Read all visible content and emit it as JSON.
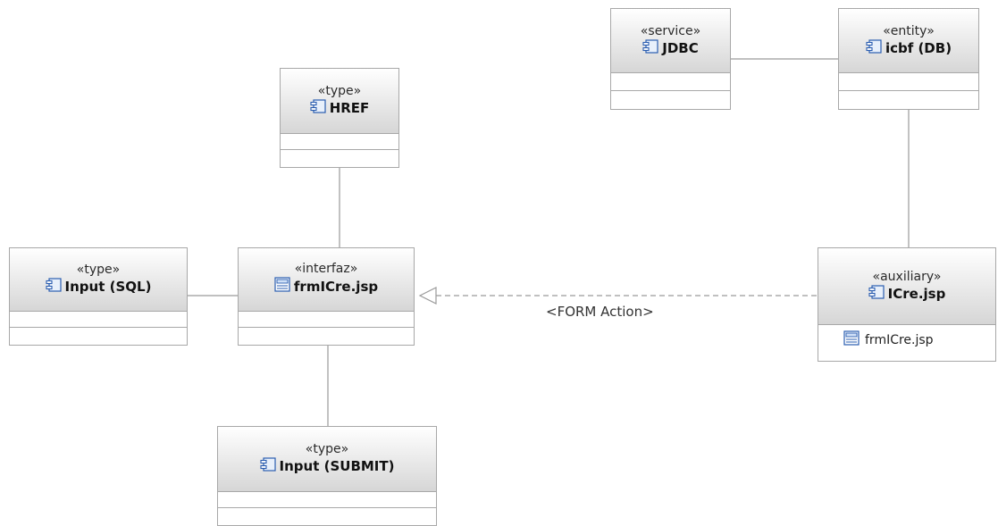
{
  "nodes": {
    "jdbc": {
      "stereotype": "«service»",
      "name": "JDBC"
    },
    "icbf": {
      "stereotype": "«entity»",
      "name": "icbf (DB)"
    },
    "href": {
      "stereotype": "«type»",
      "name": "HREF"
    },
    "input_sql": {
      "stereotype": "«type»",
      "name": "Input (SQL)"
    },
    "frmicre": {
      "stereotype": "«interfaz»",
      "name": "frmICre.jsp"
    },
    "icre": {
      "stereotype": "«auxiliary»",
      "name": "ICre.jsp",
      "item": "frmICre.jsp"
    },
    "input_submit": {
      "stereotype": "«type»",
      "name": "Input (SUBMIT)"
    }
  },
  "connections": {
    "form_action_label": "<FORM Action>"
  },
  "icons": {
    "component": "component-icon",
    "form": "form-page-icon"
  },
  "colors": {
    "border": "#a8a8a8",
    "header_gradient_top": "#ffffff",
    "header_gradient_bottom": "#d6d6d6",
    "connector": "#9a9a9a",
    "icon_blue": "#2a5db0"
  }
}
